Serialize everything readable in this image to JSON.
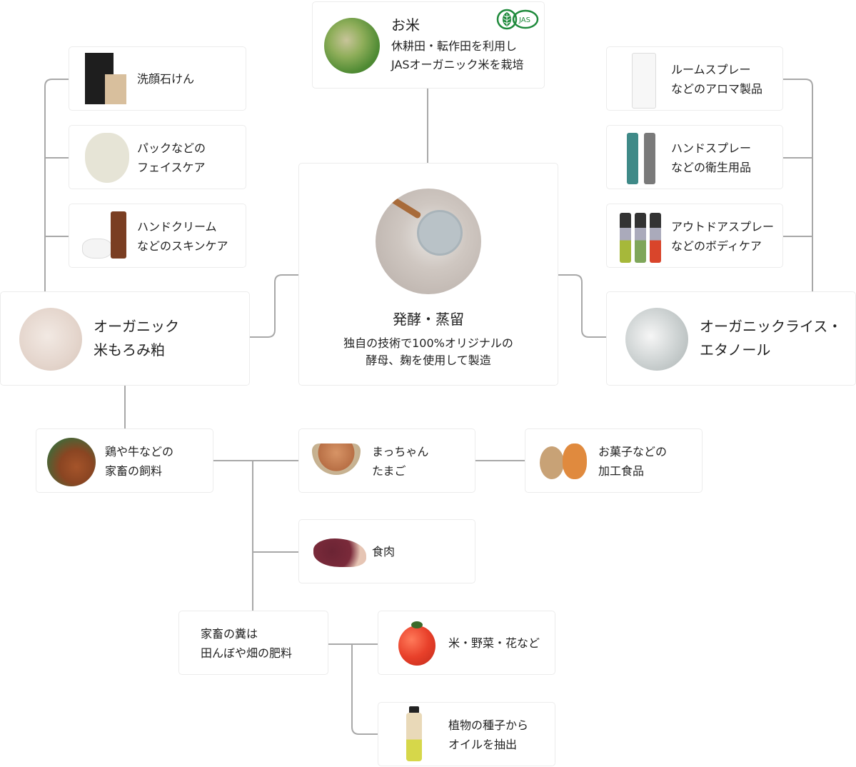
{
  "colors": {
    "line": "#a8a8a8",
    "box_border": "#ececec",
    "jas_green": "#1f8a3c",
    "text": "#222222"
  },
  "rice": {
    "title": "お米",
    "desc": [
      "休耕田・転作田を利用し",
      "JASオーガニック米を栽培"
    ],
    "badge": "JAS",
    "badge_icon": "jas-organic-leaf-icon"
  },
  "process": {
    "title": "発酵・蒸留",
    "desc": [
      "独自の技術で100%オリジナルの",
      "酵母、麹を使用して製造"
    ]
  },
  "lees": {
    "lines": [
      "オーガニック",
      "米もろみ粕"
    ]
  },
  "ethanol": {
    "lines": [
      "オーガニックライス・",
      "エタノール"
    ]
  },
  "left_products": [
    {
      "lines": [
        "洗顔石けん"
      ],
      "image": "facial-soap"
    },
    {
      "lines": [
        "パックなどの",
        "フェイスケア"
      ],
      "image": "face-mask"
    },
    {
      "lines": [
        "ハンドクリーム",
        "などのスキンケア"
      ],
      "image": "hand-cream"
    }
  ],
  "right_products": [
    {
      "lines": [
        "ルームスプレー",
        "などのアロマ製品"
      ],
      "image": "room-spray"
    },
    {
      "lines": [
        "ハンドスプレー",
        "などの衛生用品"
      ],
      "image": "hand-spray"
    },
    {
      "lines": [
        "アウトドアスプレー",
        "などのボディケア"
      ],
      "image": "outdoor-spray"
    }
  ],
  "feed": {
    "lines": [
      "鶏や牛などの",
      "家畜の飼料"
    ],
    "image": "chicken"
  },
  "eggs": {
    "lines": [
      "まっちゃん",
      "たまご"
    ],
    "image": "egg-basket"
  },
  "sweets": {
    "lines": [
      "お菓子などの",
      "加工食品"
    ],
    "image": "sweets"
  },
  "meat": {
    "lines": [
      "食肉"
    ],
    "image": "meat"
  },
  "manure": {
    "lines": [
      "家畜の糞は",
      "田んぼや畑の肥料"
    ]
  },
  "crops": {
    "lines": [
      "米・野菜・花など"
    ],
    "image": "tomato"
  },
  "oil": {
    "lines": [
      "植物の種子から",
      "オイルを抽出"
    ],
    "image": "oil-bottle"
  }
}
